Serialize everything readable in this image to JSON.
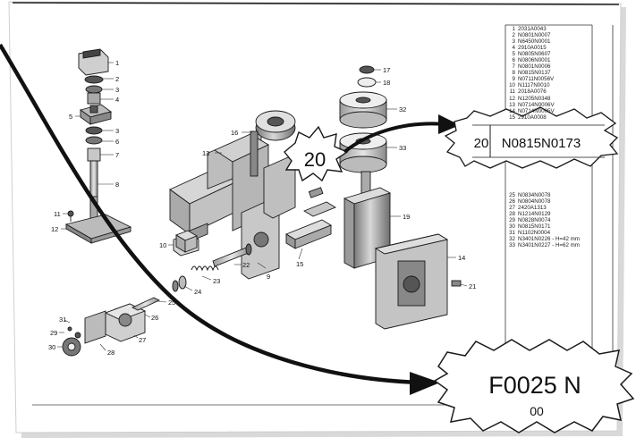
{
  "diagram": {
    "callouts": [
      "1",
      "2",
      "3",
      "4",
      "5",
      "3",
      "6",
      "7",
      "8",
      "11",
      "12",
      "10",
      "13",
      "16",
      "20",
      "9",
      "22",
      "23",
      "24",
      "25",
      "26",
      "27",
      "28",
      "29",
      "30",
      "31",
      "17",
      "18",
      "32",
      "33",
      "19",
      "15",
      "14",
      "21"
    ]
  },
  "parts_list": [
    {
      "n": "1",
      "code": "2031A0043"
    },
    {
      "n": "2",
      "code": "N0801N0007"
    },
    {
      "n": "3",
      "code": "N6450N0001"
    },
    {
      "n": "4",
      "code": "2910A0015"
    },
    {
      "n": "5",
      "code": "N0805N0607"
    },
    {
      "n": "6",
      "code": "N0806N0001"
    },
    {
      "n": "7",
      "code": "N0801N0006"
    },
    {
      "n": "8",
      "code": "N0815N0137"
    },
    {
      "n": "9",
      "code": "N0711N0056V"
    },
    {
      "n": "10",
      "code": "N1117N0010"
    },
    {
      "n": "11",
      "code": "2018A0076"
    },
    {
      "n": "12",
      "code": "N1205N0348"
    },
    {
      "n": "13",
      "code": "N0714N0006V"
    },
    {
      "n": "14",
      "code": "N0714N0005V"
    },
    {
      "n": "15",
      "code": "2910A0008"
    },
    {
      "n": "25",
      "code": "N0834N0078"
    },
    {
      "n": "26",
      "code": "N0804N0078"
    },
    {
      "n": "27",
      "code": "2420A1313"
    },
    {
      "n": "28",
      "code": "N1214N0129"
    },
    {
      "n": "29",
      "code": "N0828N0074"
    },
    {
      "n": "30",
      "code": "N0815N0171"
    },
    {
      "n": "31",
      "code": "N1102N0004"
    },
    {
      "n": "32",
      "code": "N3401N0226 - H=42 mm"
    },
    {
      "n": "33",
      "code": "N3401N0227 - H=62 mm"
    }
  ],
  "zoom_badge": {
    "number": "20"
  },
  "zoom_callout": {
    "number": "20",
    "code": "N0815N0173"
  },
  "drawing_code": {
    "line1": "F0025  N",
    "line2": "00"
  },
  "colors": {
    "ink": "#1a1a1a",
    "part_gray": "#bdbdbd",
    "arrow": "#111111"
  }
}
